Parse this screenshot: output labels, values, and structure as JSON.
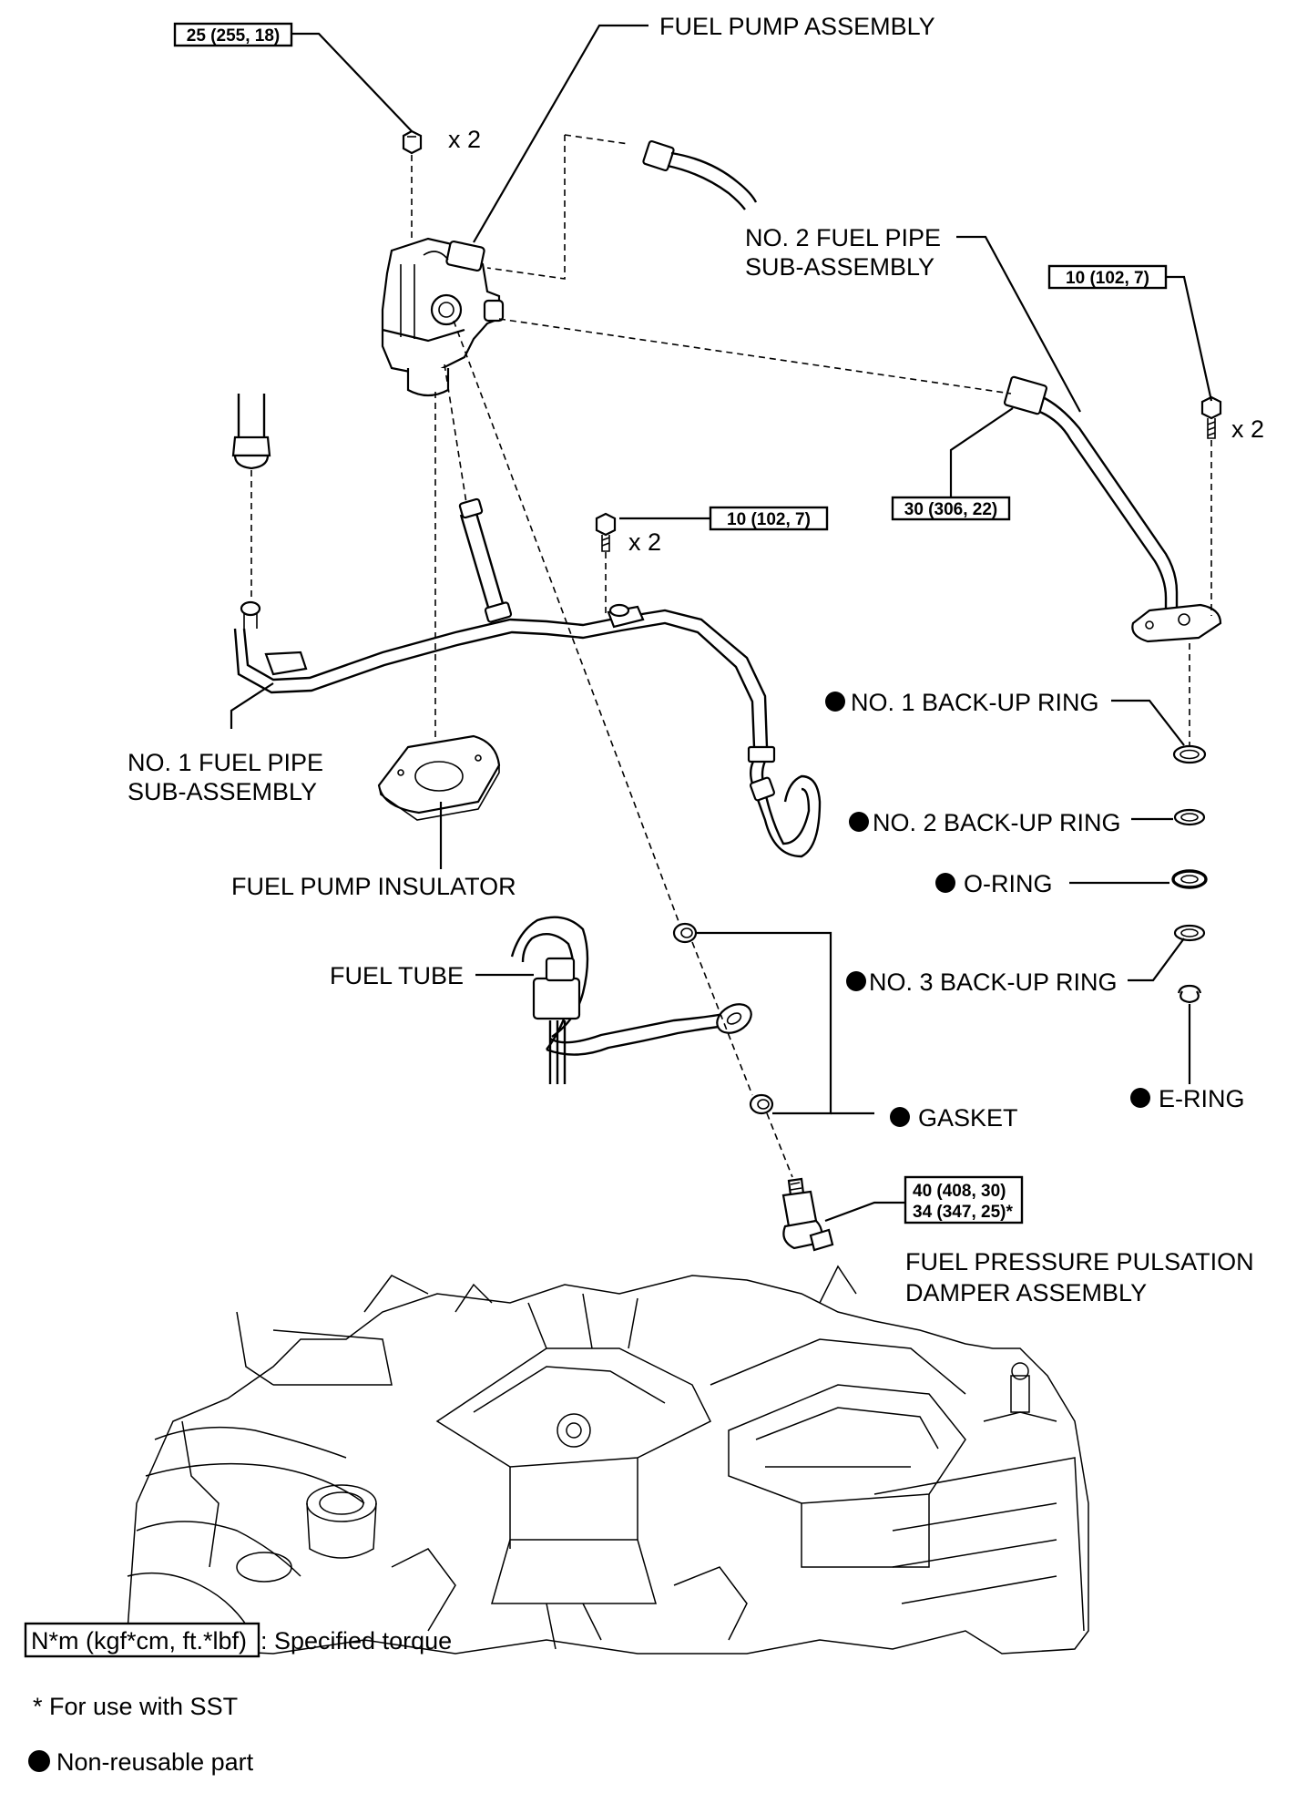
{
  "diagram": {
    "labels": {
      "fuel_pump_assembly": "FUEL PUMP ASSEMBLY",
      "no2_fuel_pipe_line1": "NO. 2 FUEL PIPE",
      "no2_fuel_pipe_line2": "SUB-ASSEMBLY",
      "no1_fuel_pipe_line1": "NO. 1 FUEL PIPE",
      "no1_fuel_pipe_line2": "SUB-ASSEMBLY",
      "fuel_pump_insulator": "FUEL PUMP INSULATOR",
      "fuel_tube": "FUEL TUBE",
      "no1_backup_ring": "NO. 1 BACK-UP RING",
      "no2_backup_ring": "NO. 2 BACK-UP RING",
      "o_ring": "O-RING",
      "no3_backup_ring": "NO. 3 BACK-UP RING",
      "e_ring": "E-RING",
      "gasket": "GASKET",
      "damper_line1": "FUEL PRESSURE PULSATION",
      "damper_line2": "DAMPER ASSEMBLY"
    },
    "quantities": {
      "pump_nut": "x 2",
      "pipe2_bolt": "x 2",
      "pipe1_bolt": "x 2"
    },
    "torques": {
      "pump_nut": "25 (255, 18)",
      "pipe2_bolt": "10 (102, 7)",
      "pipe1_bolt": "10 (102, 7)",
      "pipe2_union": "30 (306, 22)",
      "damper_line1": "40 (408, 30)",
      "damper_line2": "34 (347, 25)*"
    },
    "legend": {
      "torque_unit": "N*m (kgf*cm, ft.*lbf)",
      "torque_desc": ": Specified torque",
      "sst_note": "* For use with SST",
      "nonreusable": "Non-reusable part"
    }
  }
}
